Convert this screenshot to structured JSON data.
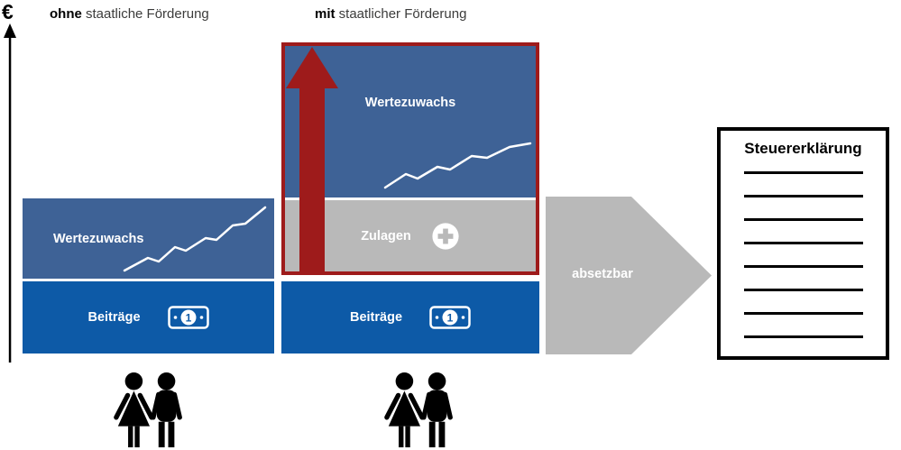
{
  "colors": {
    "blue_growth": "#3E6296",
    "blue_contrib": "#0D5AA7",
    "gray": "#B9B9B9",
    "red": "#9E1B1B",
    "black": "#000000",
    "white": "#FFFFFF"
  },
  "axis": {
    "currency_symbol": "€"
  },
  "columns": {
    "left": {
      "title_bold": "ohne",
      "title_rest": " staatliche Förderung",
      "growth_label": "Wertezuwachs",
      "contribution_label": "Beiträge"
    },
    "right": {
      "title_bold": "mit",
      "title_rest": " staatlicher Förderung",
      "growth_label": "Wertezuwachs",
      "bonus_label": "Zulagen",
      "contribution_label": "Beiträge"
    }
  },
  "banknote": {
    "value": "1"
  },
  "deduct_arrow": {
    "label": "absetzbar"
  },
  "document": {
    "title": "Steuererklärung",
    "line_count": 8
  },
  "icons": {
    "axis": "up-axis-arrow-icon",
    "banknote": "banknote-icon",
    "plus": "plus-circle-icon",
    "increase": "up-arrow-icon",
    "deductible": "right-arrow-shape",
    "couple": "couple-pictogram-icon",
    "growth_line": "line-chart-icon"
  }
}
